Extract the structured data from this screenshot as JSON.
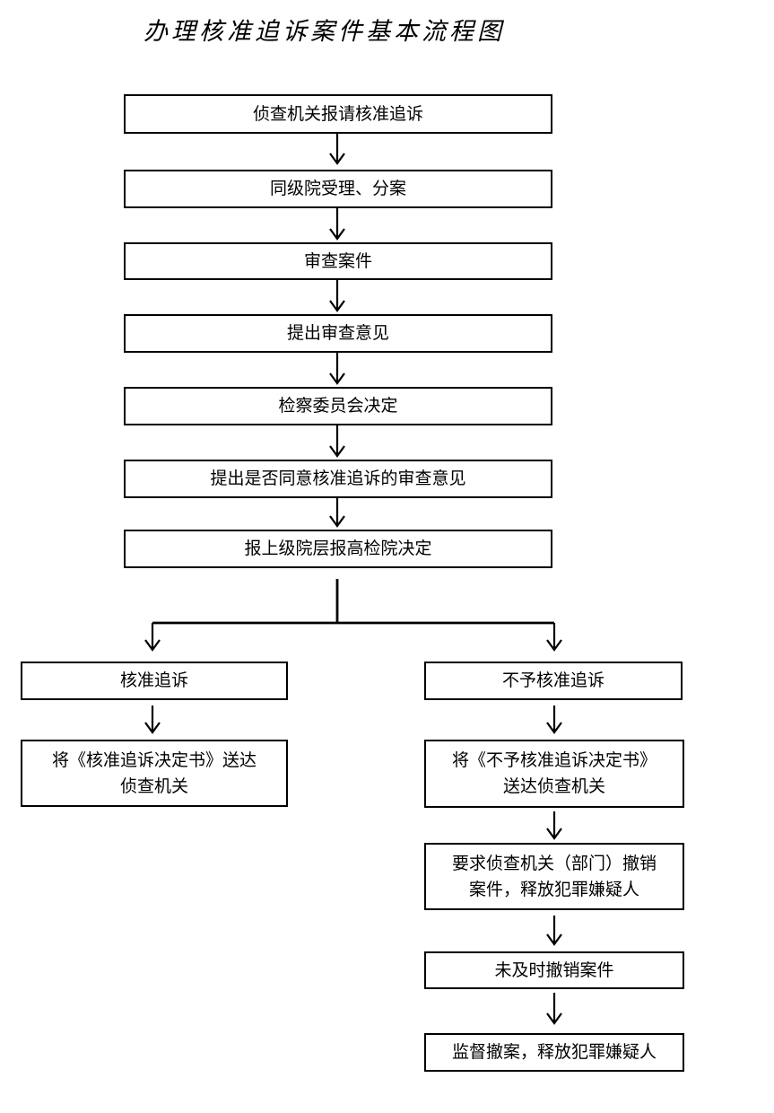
{
  "title": "办理核准追诉案件基本流程图",
  "main_steps": [
    "侦查机关报请核准追诉",
    "同级院受理、分案",
    "审查案件",
    "提出审查意见",
    "检察委员会决定",
    "提出是否同意核准追诉的审查意见",
    "报上级院层报高检院决定"
  ],
  "left_branch": {
    "decision": "核准追诉",
    "step1_line1": "将《核准追诉决定书》送达",
    "step1_line2": "侦查机关"
  },
  "right_branch": {
    "decision": "不予核准追诉",
    "step1_line1": "将《不予核准追诉决定书》",
    "step1_line2": "送达侦查机关",
    "step2_line1": "要求侦查机关（部门）撤销",
    "step2_line2": "案件，释放犯罪嫌疑人",
    "step3": "未及时撤销案件",
    "step4": "监督撤案，释放犯罪嫌疑人"
  }
}
